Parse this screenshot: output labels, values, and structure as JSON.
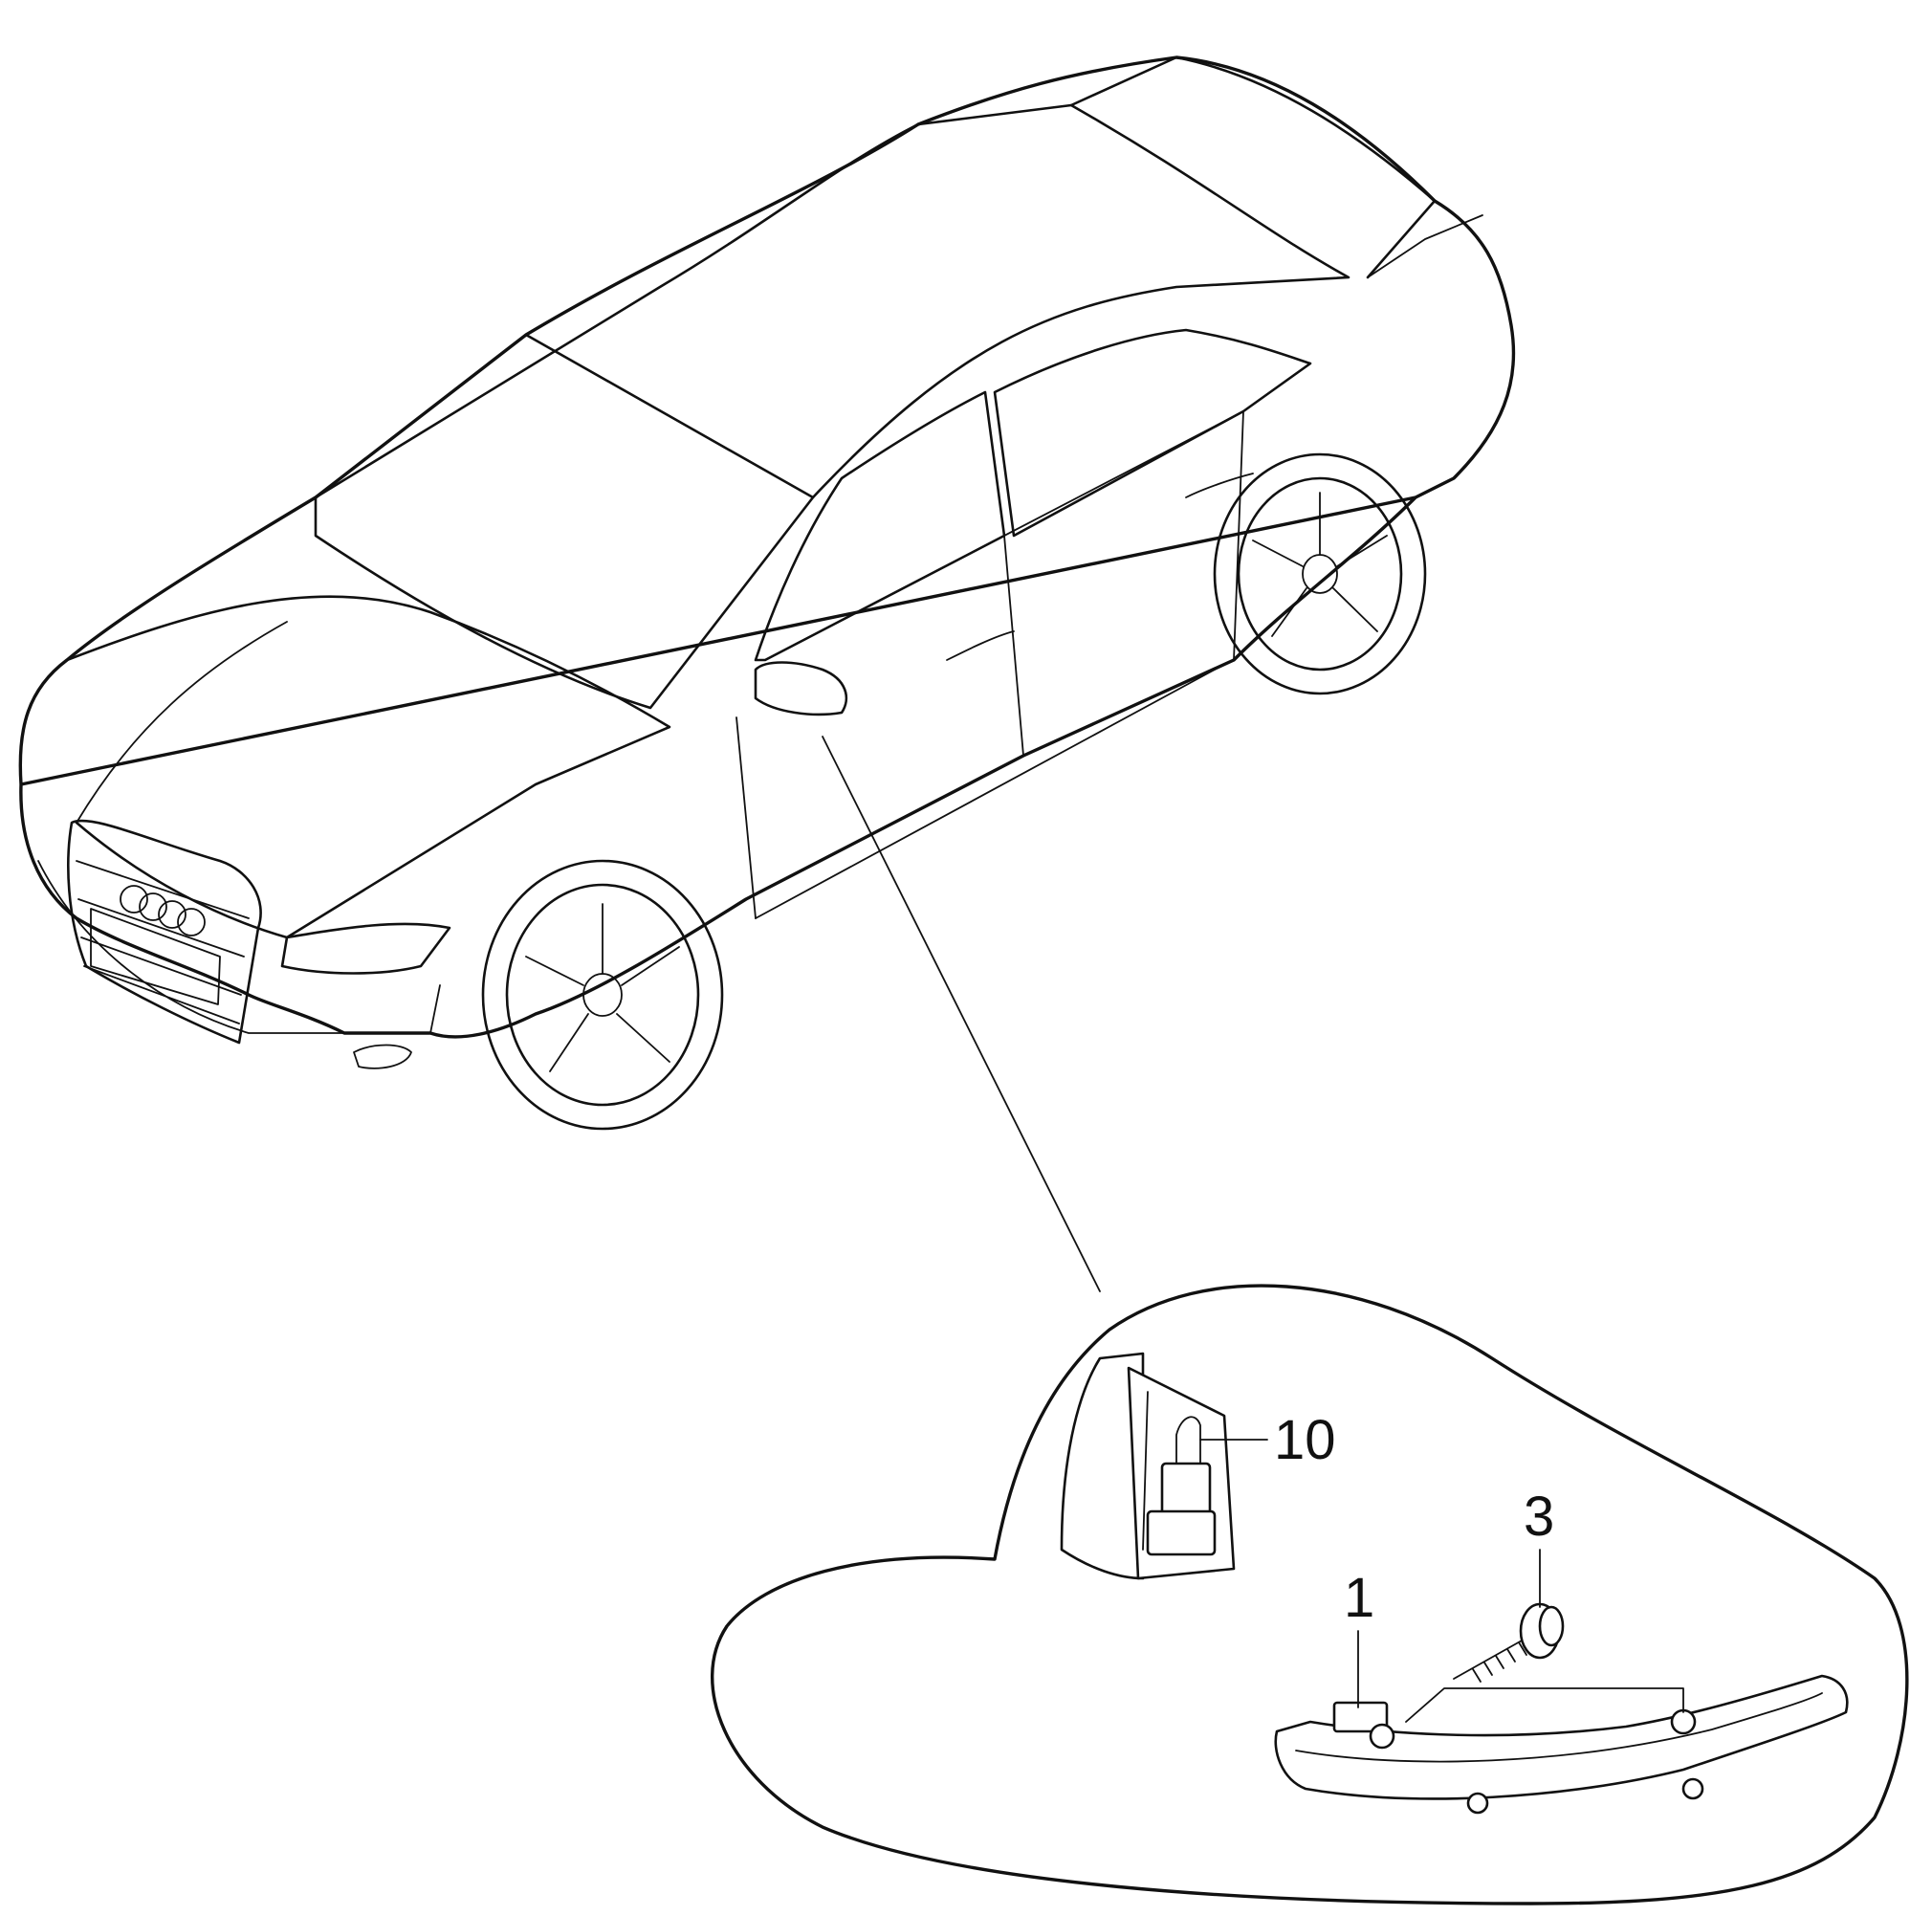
{
  "diagram": {
    "callouts": [
      {
        "id": "part-1",
        "label": "1"
      },
      {
        "id": "part-3",
        "label": "3"
      },
      {
        "id": "part-10",
        "label": "10"
      }
    ]
  }
}
